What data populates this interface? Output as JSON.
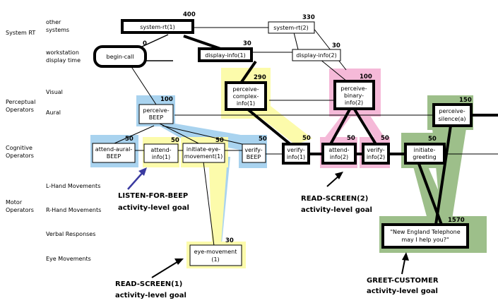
{
  "rows": {
    "system_rt": "System RT",
    "other_systems": [
      "other",
      "systems"
    ],
    "workstation": [
      "workstation",
      "display time"
    ],
    "perceptual": [
      "Perceptual",
      "Operators"
    ],
    "visual": "Visual",
    "aural": "Aural",
    "cognitive": [
      "Cognitive",
      "Operators"
    ],
    "motor": [
      "Motor",
      "Operators"
    ],
    "lhand": "L-Hand Movements",
    "rhand": "R-Hand Movements",
    "verbal": "Verbal Responses",
    "eye": "Eye Movements"
  },
  "nodes": {
    "system_rt_1": {
      "lines": [
        "system-rt(1)"
      ],
      "duration": "400"
    },
    "system_rt_2": {
      "lines": [
        "system-rt(2)"
      ],
      "duration": "330"
    },
    "begin_call": {
      "lines": [
        "begin-call"
      ],
      "duration": "0"
    },
    "display_info_1": {
      "lines": [
        "display-info(1)"
      ],
      "duration": "30"
    },
    "display_info_2": {
      "lines": [
        "display-info(2)"
      ],
      "duration": "30"
    },
    "perceive_complex_info": {
      "lines": [
        "perceive-",
        "complex-",
        "info(1)"
      ],
      "duration": "290"
    },
    "perceive_binary_info": {
      "lines": [
        "perceive-",
        "binary-",
        "info(2)"
      ],
      "duration": "100"
    },
    "perceive_beep": {
      "lines": [
        "perceive-",
        "BEEP"
      ],
      "duration": "100"
    },
    "perceive_silence": {
      "lines": [
        "perceive-",
        "silence(a)"
      ],
      "duration": "150"
    },
    "attend_aural_beep": {
      "lines": [
        "attend-aural-",
        "BEEP"
      ],
      "duration": "50"
    },
    "attend_info_1": {
      "lines": [
        "attend-",
        "info(1)"
      ],
      "duration": "50"
    },
    "initiate_eye_movement": {
      "lines": [
        "initiate-eye-",
        "movement(1)"
      ],
      "duration": "50"
    },
    "verify_beep": {
      "lines": [
        "verify-",
        "BEEP"
      ],
      "duration": "50"
    },
    "verify_info_1": {
      "lines": [
        "verify-",
        "info(1)"
      ],
      "duration": "50"
    },
    "attend_info_2": {
      "lines": [
        "attend-",
        "info(2)"
      ],
      "duration": "50"
    },
    "verify_info_2": {
      "lines": [
        "verify-",
        "info(2)"
      ],
      "duration": "50"
    },
    "initiate_greeting": {
      "lines": [
        "initiate-",
        "greeting"
      ],
      "duration": "50"
    },
    "eye_movement_1": {
      "lines": [
        "eye-movement",
        "(1)"
      ],
      "duration": "30"
    },
    "greeting": {
      "lines": [
        "\"New England Telephone",
        "may I help you?\""
      ],
      "duration": "1570"
    }
  },
  "goals": {
    "listen_for_beep": [
      "LISTEN-FOR-BEEP",
      "activity-level goal"
    ],
    "read_screen_2": [
      "READ-SCREEN(2)",
      "activity-level goal"
    ],
    "read_screen_1": [
      "READ-SCREEN(1)",
      "activity-level goal"
    ],
    "greet_customer": [
      "GREET-CUSTOMER",
      "activity-level goal"
    ]
  },
  "colors": {
    "blue": "#a9d3ef",
    "yellow": "#fcfbab",
    "pink": "#f5b9d8",
    "green": "#9dbf8a",
    "arrow_blue": "#3a3aa0",
    "ink": "#000000"
  }
}
